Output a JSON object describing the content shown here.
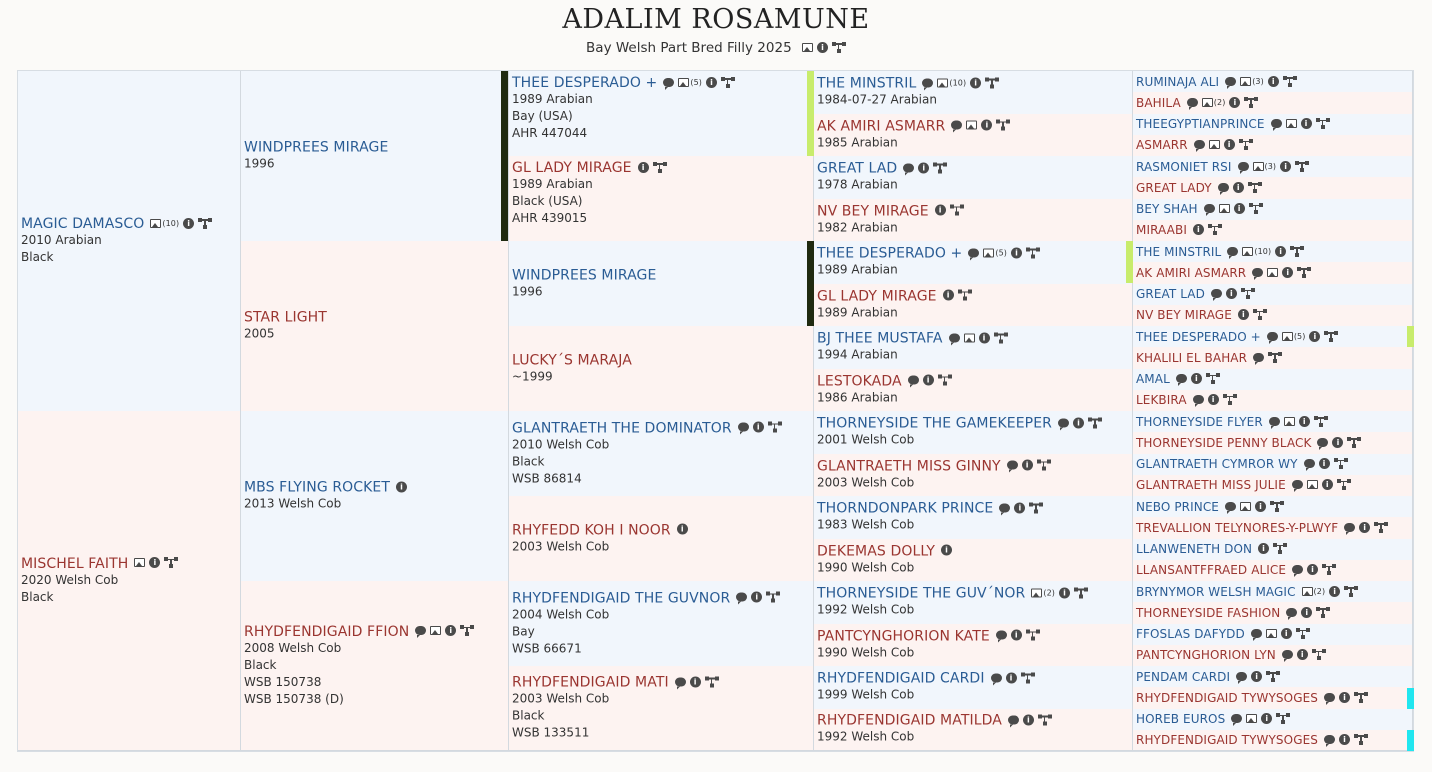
{
  "title": "ADALIM ROSAMUNE",
  "subtitle": "Bay Welsh Part Bred Filly 2025",
  "colors": {
    "sire": "#2a5c94",
    "dam": "#9a3530",
    "sire_bg": "#f1f6fc",
    "dam_bg": "#fdf3f1",
    "dark_bar": "#1f2a10",
    "lime_bar": "#c8ec6c",
    "cyan_bar": "#21e6ef"
  },
  "gen1": [
    {
      "name": "MAGIC DAMASCO",
      "lines": [
        "2010 Arabian",
        "Black"
      ],
      "icons": [
        "photos-icon",
        "info-icon",
        "pedigree-icon"
      ],
      "photo_count": "(10)"
    },
    {
      "name": "MISCHEL FAITH",
      "lines": [
        "2020 Welsh Cob",
        "Black"
      ],
      "icons": [
        "photos-icon",
        "info-icon",
        "pedigree-icon"
      ]
    }
  ],
  "gen2": [
    {
      "name": "WINDPREES MIRAGE",
      "lines": [
        "1996"
      ],
      "icons": []
    },
    {
      "name": "STAR LIGHT",
      "lines": [
        "2005"
      ],
      "icons": []
    },
    {
      "name": "MBS FLYING ROCKET",
      "lines": [
        "2013 Welsh Cob"
      ],
      "icons": [
        "info-icon"
      ]
    },
    {
      "name": "RHYDFENDIGAID FFION",
      "lines": [
        "2008 Welsh Cob",
        "Black",
        "WSB 150738",
        "WSB 150738 (D)"
      ],
      "icons": [
        "comment-icon",
        "photos-icon",
        "info-icon",
        "pedigree-icon"
      ]
    }
  ],
  "gen3": [
    {
      "name": "THEE DESPERADO +",
      "lines": [
        "1989 Arabian",
        "Bay (USA)",
        "AHR 447044"
      ],
      "icons": [
        "comment-icon",
        "photos-icon",
        "info-icon",
        "pedigree-icon"
      ],
      "photo_count": "(5)"
    },
    {
      "name": "GL LADY MIRAGE",
      "lines": [
        "1989 Arabian",
        "Black (USA)",
        "AHR 439015"
      ],
      "icons": [
        "info-icon",
        "pedigree-icon"
      ]
    },
    {
      "name": "WINDPREES MIRAGE",
      "lines": [
        "1996"
      ],
      "icons": []
    },
    {
      "name": "LUCKY´S MARAJA",
      "lines": [
        "~1999"
      ],
      "icons": []
    },
    {
      "name": "GLANTRAETH THE DOMINATOR",
      "lines": [
        "2010 Welsh Cob",
        "Black",
        "WSB 86814"
      ],
      "icons": [
        "comment-icon",
        "info-icon",
        "pedigree-icon"
      ]
    },
    {
      "name": "RHYFEDD KOH I NOOR",
      "lines": [
        "2003 Welsh Cob"
      ],
      "icons": [
        "info-icon"
      ]
    },
    {
      "name": "RHYDFENDIGAID THE GUVNOR",
      "lines": [
        "2004 Welsh Cob",
        "Bay",
        "WSB 66671"
      ],
      "icons": [
        "comment-icon",
        "info-icon",
        "pedigree-icon"
      ]
    },
    {
      "name": "RHYDFENDIGAID MATI",
      "lines": [
        "2003 Welsh Cob",
        "Black",
        "WSB 133511"
      ],
      "icons": [
        "comment-icon",
        "info-icon",
        "pedigree-icon"
      ]
    }
  ],
  "gen4": [
    {
      "name": "THE MINSTRIL",
      "lines": [
        "1984-07-27 Arabian"
      ],
      "icons": [
        "comment-icon",
        "photos-icon",
        "info-icon",
        "pedigree-icon"
      ],
      "photo_count": "(10)"
    },
    {
      "name": "AK AMIRI ASMARR",
      "lines": [
        "1985 Arabian"
      ],
      "icons": [
        "comment-icon",
        "photos-icon",
        "info-icon",
        "pedigree-icon"
      ]
    },
    {
      "name": "GREAT LAD",
      "lines": [
        "1978 Arabian"
      ],
      "icons": [
        "comment-icon",
        "info-icon",
        "pedigree-icon"
      ]
    },
    {
      "name": "NV BEY MIRAGE",
      "lines": [
        "1982 Arabian"
      ],
      "icons": [
        "info-icon",
        "pedigree-icon"
      ]
    },
    {
      "name": "THEE DESPERADO +",
      "lines": [
        "1989 Arabian"
      ],
      "icons": [
        "comment-icon",
        "photos-icon",
        "info-icon",
        "pedigree-icon"
      ],
      "photo_count": "(5)"
    },
    {
      "name": "GL LADY MIRAGE",
      "lines": [
        "1989 Arabian"
      ],
      "icons": [
        "info-icon",
        "pedigree-icon"
      ]
    },
    {
      "name": "BJ THEE MUSTAFA",
      "lines": [
        "1994 Arabian"
      ],
      "icons": [
        "comment-icon",
        "photos-icon",
        "info-icon",
        "pedigree-icon"
      ]
    },
    {
      "name": "LESTOKADA",
      "lines": [
        "1986 Arabian"
      ],
      "icons": [
        "comment-icon",
        "info-icon",
        "pedigree-icon"
      ]
    },
    {
      "name": "THORNEYSIDE THE GAMEKEEPER",
      "lines": [
        "2001 Welsh Cob"
      ],
      "icons": [
        "comment-icon",
        "info-icon",
        "pedigree-icon"
      ]
    },
    {
      "name": "GLANTRAETH MISS GINNY",
      "lines": [
        "2003 Welsh Cob"
      ],
      "icons": [
        "comment-icon",
        "info-icon",
        "pedigree-icon"
      ]
    },
    {
      "name": "THORNDONPARK PRINCE",
      "lines": [
        "1983 Welsh Cob"
      ],
      "icons": [
        "comment-icon",
        "info-icon",
        "pedigree-icon"
      ]
    },
    {
      "name": "DEKEMAS DOLLY",
      "lines": [
        "1990 Welsh Cob"
      ],
      "icons": [
        "info-icon"
      ]
    },
    {
      "name": "THORNEYSIDE THE GUV´NOR",
      "lines": [
        "1992 Welsh Cob"
      ],
      "icons": [
        "photos-icon",
        "info-icon",
        "pedigree-icon"
      ],
      "photo_count": "(2)"
    },
    {
      "name": "PANTCYNGHORION KATE",
      "lines": [
        "1990 Welsh Cob"
      ],
      "icons": [
        "comment-icon",
        "info-icon",
        "pedigree-icon"
      ]
    },
    {
      "name": "RHYDFENDIGAID CARDI",
      "lines": [
        "1999 Welsh Cob"
      ],
      "icons": [
        "comment-icon",
        "info-icon",
        "pedigree-icon"
      ]
    },
    {
      "name": "RHYDFENDIGAID MATILDA",
      "lines": [
        "1992 Welsh Cob"
      ],
      "icons": [
        "comment-icon",
        "info-icon",
        "pedigree-icon"
      ]
    }
  ],
  "gen5": [
    {
      "name": "RUMINAJA ALI",
      "icons": [
        "comment-icon",
        "photos-icon",
        "info-icon",
        "pedigree-icon"
      ],
      "photo_count": "(3)"
    },
    {
      "name": "BAHILA",
      "icons": [
        "comment-icon",
        "photos-icon",
        "info-icon",
        "pedigree-icon"
      ],
      "photo_count": "(2)"
    },
    {
      "name": "THEEGYPTIANPRINCE",
      "icons": [
        "comment-icon",
        "photos-icon",
        "info-icon",
        "pedigree-icon"
      ]
    },
    {
      "name": "ASMARR",
      "icons": [
        "comment-icon",
        "photos-icon",
        "info-icon",
        "pedigree-icon"
      ]
    },
    {
      "name": "RASMONIET RSI",
      "icons": [
        "comment-icon",
        "photos-icon",
        "info-icon",
        "pedigree-icon"
      ],
      "photo_count": "(3)"
    },
    {
      "name": "GREAT LADY",
      "icons": [
        "comment-icon",
        "info-icon",
        "pedigree-icon"
      ]
    },
    {
      "name": "BEY SHAH",
      "icons": [
        "comment-icon",
        "photos-icon",
        "info-icon",
        "pedigree-icon"
      ]
    },
    {
      "name": "MIRAABI",
      "icons": [
        "info-icon",
        "pedigree-icon"
      ]
    },
    {
      "name": "THE MINSTRIL",
      "icons": [
        "comment-icon",
        "photos-icon",
        "info-icon",
        "pedigree-icon"
      ],
      "photo_count": "(10)"
    },
    {
      "name": "AK AMIRI ASMARR",
      "icons": [
        "comment-icon",
        "photos-icon",
        "info-icon",
        "pedigree-icon"
      ]
    },
    {
      "name": "GREAT LAD",
      "icons": [
        "comment-icon",
        "info-icon",
        "pedigree-icon"
      ]
    },
    {
      "name": "NV BEY MIRAGE",
      "icons": [
        "info-icon",
        "pedigree-icon"
      ]
    },
    {
      "name": "THEE DESPERADO +",
      "icons": [
        "comment-icon",
        "photos-icon",
        "info-icon",
        "pedigree-icon"
      ],
      "photo_count": "(5)"
    },
    {
      "name": "KHALILI EL BAHAR",
      "icons": [
        "comment-icon",
        "pedigree-icon"
      ]
    },
    {
      "name": "AMAL",
      "icons": [
        "comment-icon",
        "info-icon",
        "pedigree-icon"
      ]
    },
    {
      "name": "LEKBIRA",
      "icons": [
        "comment-icon",
        "info-icon",
        "pedigree-icon"
      ]
    },
    {
      "name": "THORNEYSIDE FLYER",
      "icons": [
        "comment-icon",
        "photos-icon",
        "info-icon",
        "pedigree-icon"
      ]
    },
    {
      "name": "THORNEYSIDE PENNY BLACK",
      "icons": [
        "comment-icon",
        "info-icon",
        "pedigree-icon"
      ]
    },
    {
      "name": "GLANTRAETH CYMROR WY",
      "icons": [
        "comment-icon",
        "info-icon",
        "pedigree-icon"
      ]
    },
    {
      "name": "GLANTRAETH MISS JULIE",
      "icons": [
        "comment-icon",
        "photos-icon",
        "info-icon",
        "pedigree-icon"
      ]
    },
    {
      "name": "NEBO PRINCE",
      "icons": [
        "comment-icon",
        "photos-icon",
        "info-icon",
        "pedigree-icon"
      ]
    },
    {
      "name": "TREVALLION TELYNORES-Y-PLWYF",
      "icons": [
        "comment-icon",
        "info-icon",
        "pedigree-icon"
      ]
    },
    {
      "name": "LLANWENETH DON",
      "icons": [
        "info-icon",
        "pedigree-icon"
      ]
    },
    {
      "name": "LLANSANTFFRAED ALICE",
      "icons": [
        "comment-icon",
        "info-icon",
        "pedigree-icon"
      ]
    },
    {
      "name": "BRYNYMOR WELSH MAGIC",
      "icons": [
        "photos-icon",
        "info-icon",
        "pedigree-icon"
      ],
      "photo_count": "(2)"
    },
    {
      "name": "THORNEYSIDE FASHION",
      "icons": [
        "comment-icon",
        "info-icon",
        "pedigree-icon"
      ]
    },
    {
      "name": "FFOSLAS DAFYDD",
      "icons": [
        "comment-icon",
        "photos-icon",
        "info-icon",
        "pedigree-icon"
      ]
    },
    {
      "name": "PANTCYNGHORION LYN",
      "icons": [
        "comment-icon",
        "info-icon",
        "pedigree-icon"
      ]
    },
    {
      "name": "PENDAM CARDI",
      "icons": [
        "comment-icon",
        "info-icon",
        "pedigree-icon"
      ]
    },
    {
      "name": "RHYDFENDIGAID TYWYSOGES",
      "icons": [
        "comment-icon",
        "info-icon",
        "pedigree-icon"
      ]
    },
    {
      "name": "HOREB EUROS",
      "icons": [
        "comment-icon",
        "photos-icon",
        "info-icon",
        "pedigree-icon"
      ]
    },
    {
      "name": "RHYDFENDIGAID TYWYSOGES",
      "icons": [
        "comment-icon",
        "info-icon",
        "pedigree-icon"
      ]
    }
  ]
}
